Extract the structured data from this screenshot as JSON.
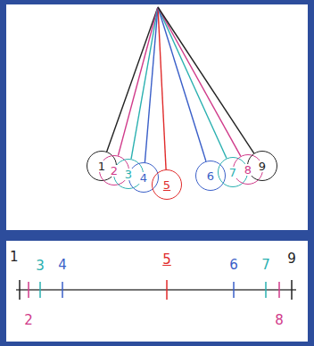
{
  "diagram": {
    "nodes": [
      {
        "text": [
          "1"
        ]
      },
      {
        "text": [
          "2"
        ]
      },
      {
        "text": [
          "3"
        ]
      },
      {
        "text": [
          "4"
        ]
      },
      {
        "text": [
          "5"
        ]
      },
      {
        "text": [
          "6"
        ]
      },
      {
        "text": [
          "7"
        ]
      },
      {
        "text": [
          "8"
        ]
      },
      {
        "text": [
          "9"
        ]
      }
    ],
    "labels": [
      "1",
      "3",
      "4",
      "5",
      "6",
      "7",
      "9",
      "2",
      "8"
    ]
  }
}
